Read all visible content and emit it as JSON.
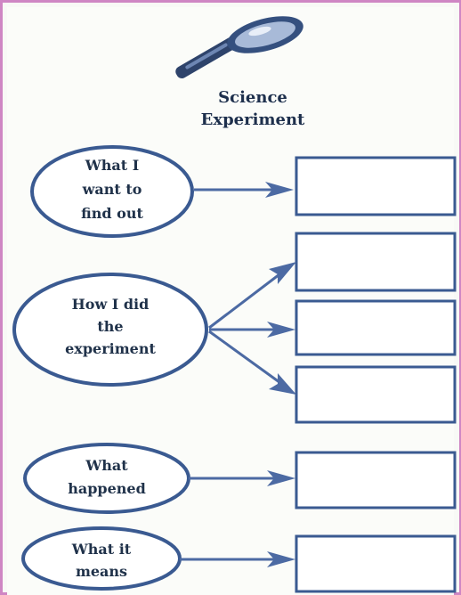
{
  "title_line1": "Science",
  "title_line2": "Experiment",
  "icon": "magnifying-glass-icon",
  "colors": {
    "frame": "#cf86c4",
    "outline": "#3a5a91",
    "text": "#20324a"
  },
  "bubbles": {
    "want": [
      "What I",
      "want to",
      "find out"
    ],
    "how": [
      "How I did",
      "the",
      "experiment"
    ],
    "happened": [
      "What",
      "happened"
    ],
    "means": [
      "What it",
      "means"
    ]
  }
}
